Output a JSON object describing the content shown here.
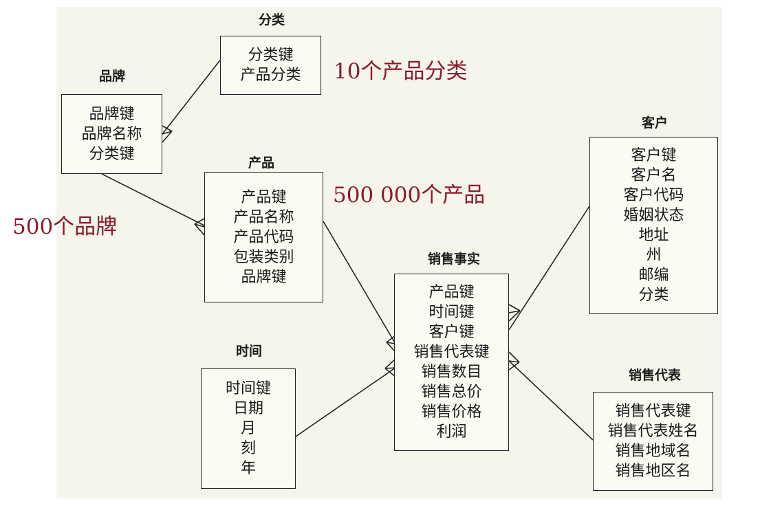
{
  "entities": {
    "category": {
      "title": "分类",
      "fields": [
        "分类键",
        "产品分类"
      ]
    },
    "brand": {
      "title": "品牌",
      "fields": [
        "品牌键",
        "品牌名称",
        "分类键"
      ]
    },
    "product": {
      "title": "产品",
      "fields": [
        "产品键",
        "产品名称",
        "产品代码",
        "包装类别",
        "品牌键"
      ]
    },
    "time": {
      "title": "时间",
      "fields": [
        "时间键",
        "日期",
        "月",
        "刻",
        "年"
      ]
    },
    "sales_fact": {
      "title": "销售事实",
      "fields": [
        "产品键",
        "时间键",
        "客户键",
        "销售代表键",
        "销售数目",
        "销售总价",
        "销售价格",
        "利润"
      ]
    },
    "customer": {
      "title": "客户",
      "fields": [
        "客户键",
        "客户名",
        "客户代码",
        "婚姻状态",
        "地址",
        "州",
        "邮编",
        "分类"
      ]
    },
    "sales_rep": {
      "title": "销售代表",
      "fields": [
        "销售代表键",
        "销售代表姓名",
        "销售地域名",
        "销售地区名"
      ]
    }
  },
  "annotations": {
    "category_count": "10个产品分类",
    "product_count": "500 000个产品",
    "brand_count": "500个品牌"
  },
  "colors": {
    "annotation": "#8b1a2a",
    "line": "#222222"
  }
}
